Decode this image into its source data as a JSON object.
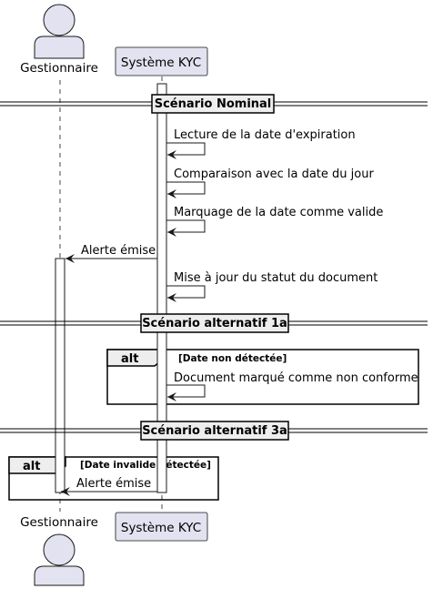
{
  "participants": {
    "gestionnaire": "Gestionnaire",
    "kyc": "Système KYC"
  },
  "dividers": {
    "nominal": "Scénario Nominal",
    "alt1a": "Scénario alternatif 1a",
    "alt3a": "Scénario alternatif 3a"
  },
  "messages": {
    "m1": "Lecture de la date d'expiration",
    "m2": "Comparaison avec la date du jour",
    "m3": "Marquage de la date comme valide",
    "m4": "Alerte émise",
    "m5": "Mise à jour du statut du document",
    "m6": "Document marqué comme non conforme",
    "m7": "Alerte émise"
  },
  "fragments": {
    "alt1": {
      "keyword": "alt",
      "guard": "[Date non détectée]"
    },
    "alt2": {
      "keyword": "alt",
      "guard": "[Date invalide détectée]"
    }
  },
  "colors": {
    "participant_fill": "#e2e2f0",
    "participant_border": "#181818",
    "divider_fill": "#eeeeee",
    "lifeline": "#181818"
  }
}
